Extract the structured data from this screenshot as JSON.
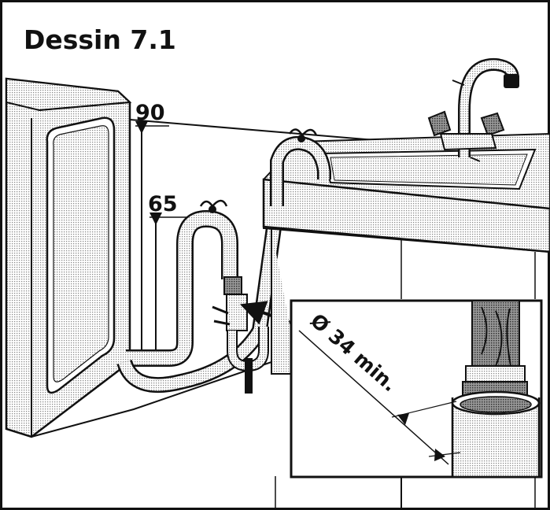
{
  "title": "Dessin 7.1",
  "dimensions": {
    "height_upper": "90",
    "height_lower": "65"
  },
  "inset": {
    "diameter_label": "Ø 34 min."
  },
  "colors": {
    "line": "#111111",
    "hatch": "#8a8a8a",
    "background": "#ffffff"
  }
}
